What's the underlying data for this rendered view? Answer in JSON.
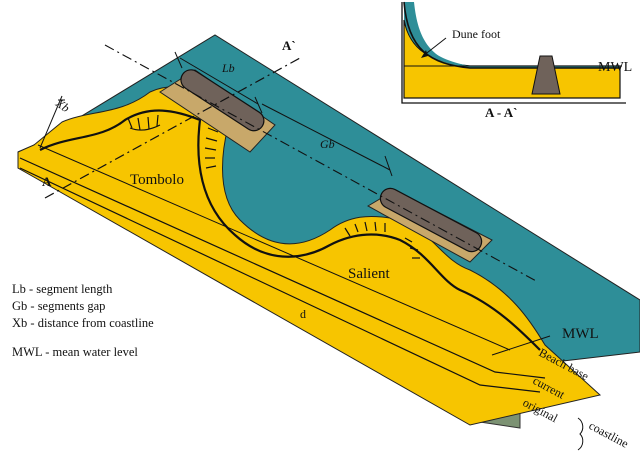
{
  "labels": {
    "section_a_left": "A",
    "section_a_right": "A`",
    "lb_dim": "Lb",
    "gb_dim": "Gb",
    "xb_dim": "Xb",
    "tombolo": "Tombolo",
    "salient": "Salient",
    "d_dim": "d",
    "mwl_main": "MWL",
    "beach_base": "Beach base",
    "current": "current",
    "original": "original",
    "coastline": "coastline"
  },
  "inset": {
    "dune_foot": "Dune foot",
    "mwl": "MWL",
    "section_title": "A - A`"
  },
  "legend": [
    "Lb - segment length",
    "Gb - segments gap",
    "Xb - distance from coastline",
    "MWL - mean water level"
  ],
  "colors": {
    "water": "#2e8e98",
    "sand": "#f7c500",
    "ground": "#7c9273",
    "breakwater_top": "#6f625a",
    "breakwater_base": "#c8a86a"
  }
}
